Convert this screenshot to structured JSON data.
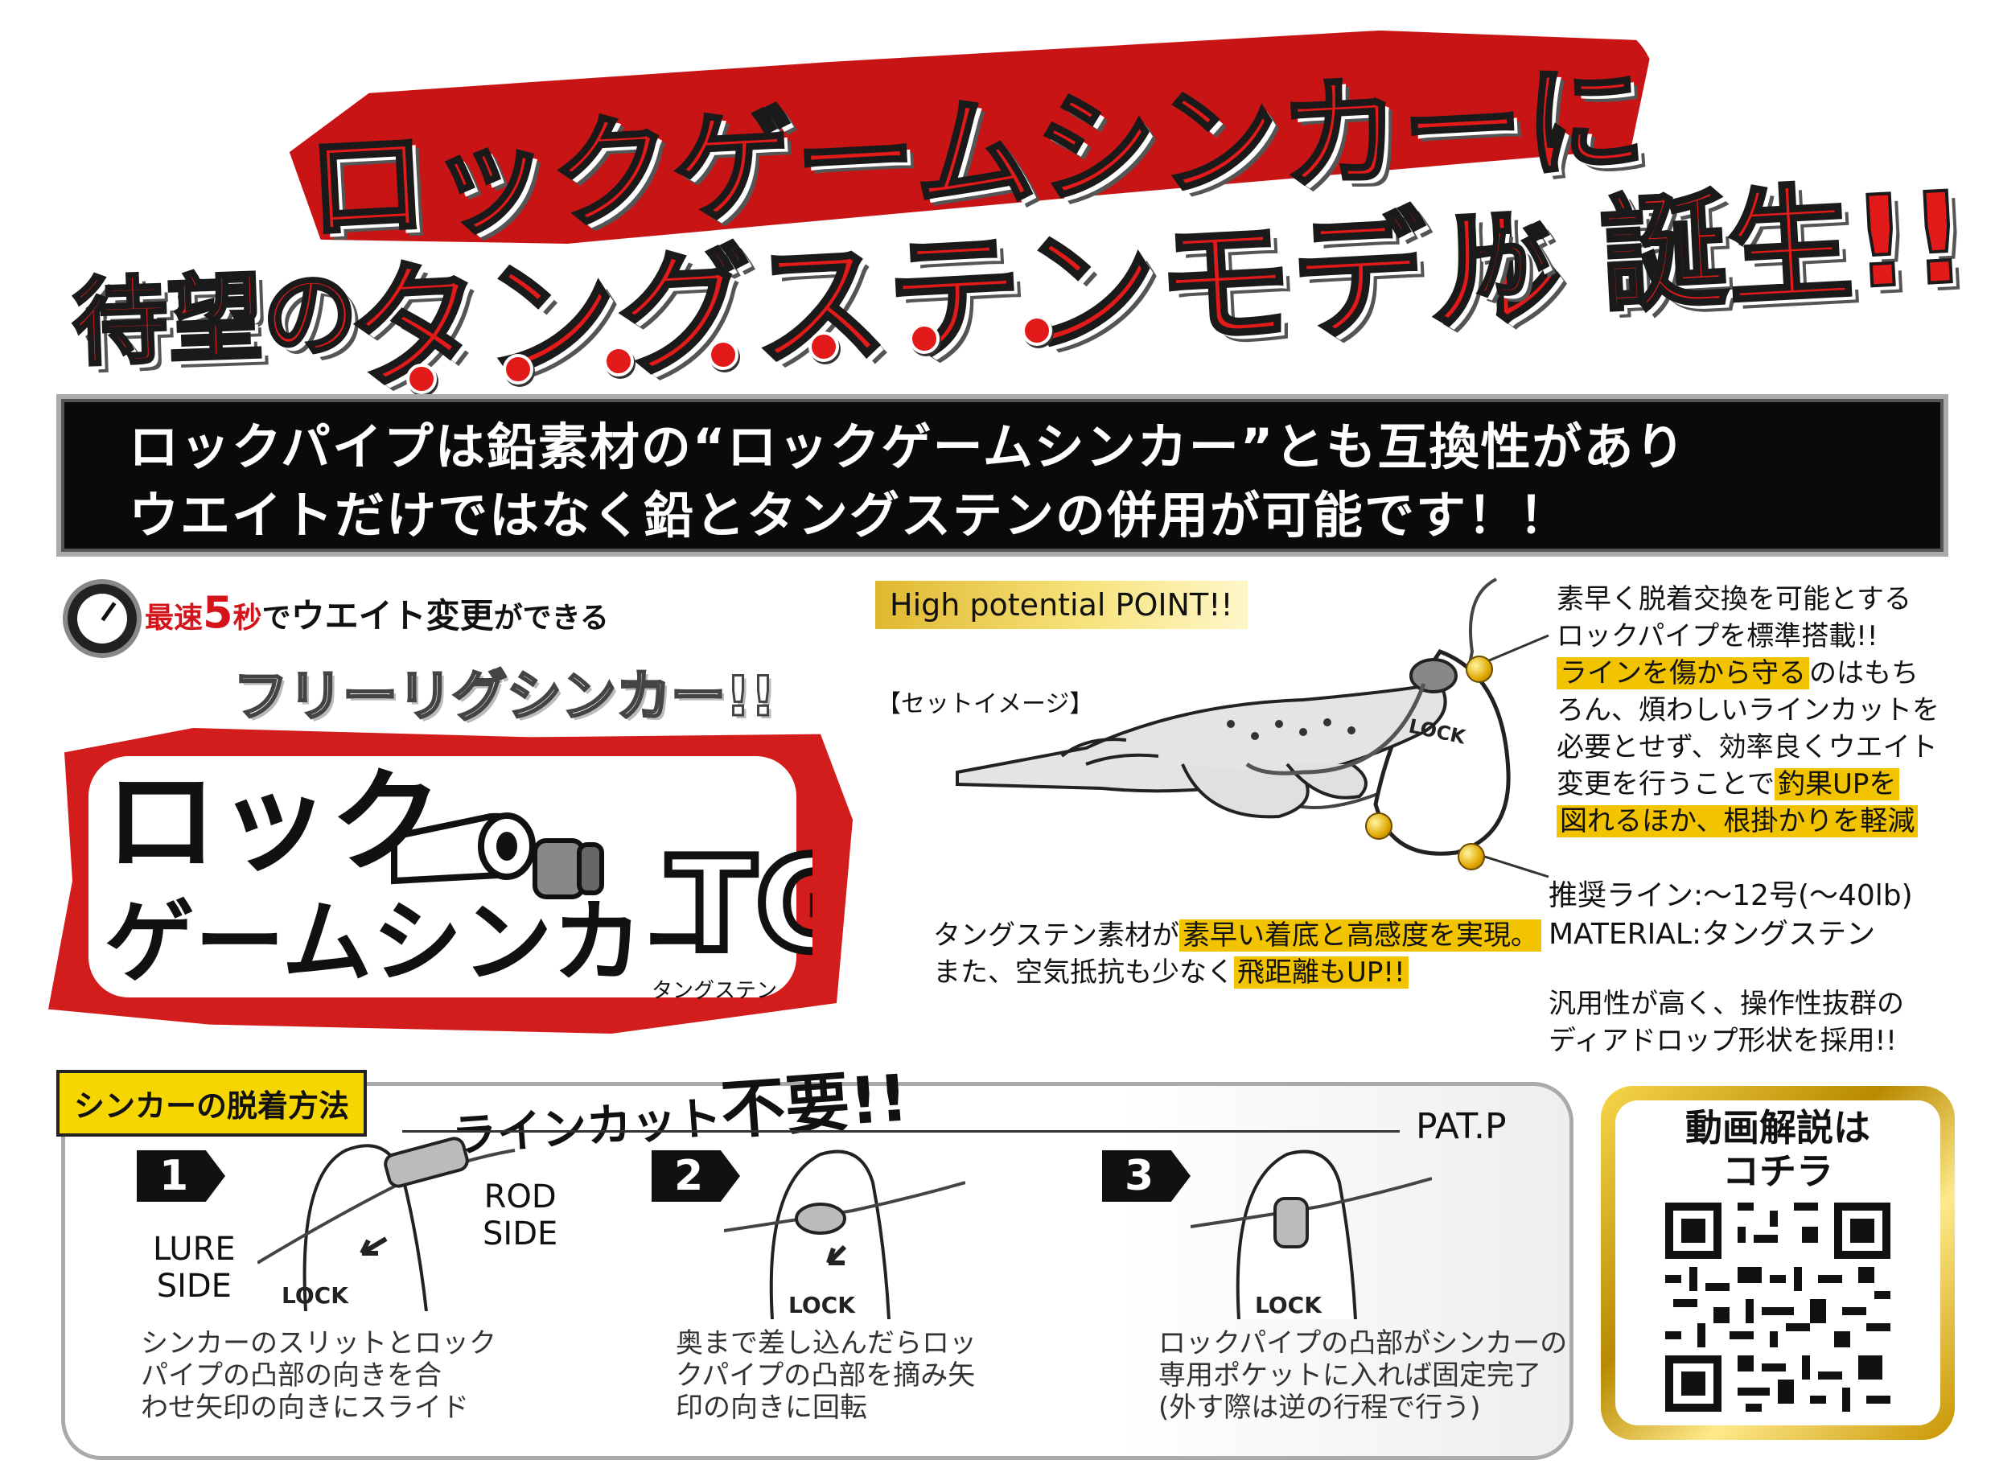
{
  "headline": {
    "line1": "ロックゲームシンカーに",
    "prefix": "待望の",
    "main": "タングステンモデル",
    "suffix_ga": "が",
    "suffix_tanjo": "誕生!!"
  },
  "banner": {
    "line1": "ロックパイプは鉛素材の“ロックゲームシンカー”とも互換性があり",
    "line2": "ウエイトだけではなく鉛とタングステンの併用が可能です！！"
  },
  "speed": {
    "p1": "最速",
    "num": "5",
    "p2": "秒",
    "p3": "で",
    "p4": "ウエイト変更",
    "p5": "ができる"
  },
  "catch": "フリーリグシンカー!!",
  "logo": {
    "line1": "ロック",
    "line2": "ゲームシンカー",
    "tg": "TG",
    "ruby": "タングステン"
  },
  "high_potential": "High potential POINT!!",
  "set_image": "【セットイメージ】",
  "lock_label": "LOCK",
  "tungsten_note": {
    "a": "タングステン素材が",
    "b": "素早い着底と高感度を実現。",
    "c": "また、空気抵抗も少なく",
    "d": "飛距離もUP!!"
  },
  "right": {
    "l1": "素早く脱着交換を可能とする",
    "l2": "ロックパイプを標準搭載!!",
    "l3a": "ラインを傷から守る",
    "l3b": "のはもち",
    "l4": "ろん、煩わしいラインカットを",
    "l5": "必要とせず、効率良くウエイト",
    "l6a": "変更を行うことで",
    "l6b": "釣果UPを",
    "l7": "図れるほか、根掛かりを軽減"
  },
  "spec": {
    "line": "推奨ライン:～12号(～40lb)",
    "material": "MATERIAL:タングステン"
  },
  "shape": {
    "l1": "汎用性が高く、操作性抜群の",
    "l2": "ディアドロップ形状を採用!!"
  },
  "howto": {
    "tag": "シンカーの脱着方法",
    "cut_a": "ラインカット",
    "cut_b": "不要!!",
    "pat": "PAT.P",
    "steps": [
      {
        "num": "1",
        "t1": "シンカーのスリットとロック",
        "t2": "パイプの凸部の向きを合",
        "t3": "わせ矢印の向きにスライド"
      },
      {
        "num": "2",
        "t1": "奥まで差し込んだらロッ",
        "t2": "クパイプの凸部を摘み矢",
        "t3": "印の向きに回転"
      },
      {
        "num": "3",
        "t1": "ロックパイプの凸部がシンカーの",
        "t2": "専用ポケットに入れば固定完了",
        "t3": "(外す際は逆の行程で行う)"
      }
    ],
    "lure_side_1": "LURE",
    "lure_side_2": "SIDE",
    "rod_side_1": "ROD",
    "rod_side_2": "SIDE"
  },
  "qr": {
    "title1": "動画解説は",
    "title2": "コチラ"
  },
  "colors": {
    "accent_red": "#e21a1a",
    "highlight": "#f2c400",
    "gold": "#d4a400"
  }
}
